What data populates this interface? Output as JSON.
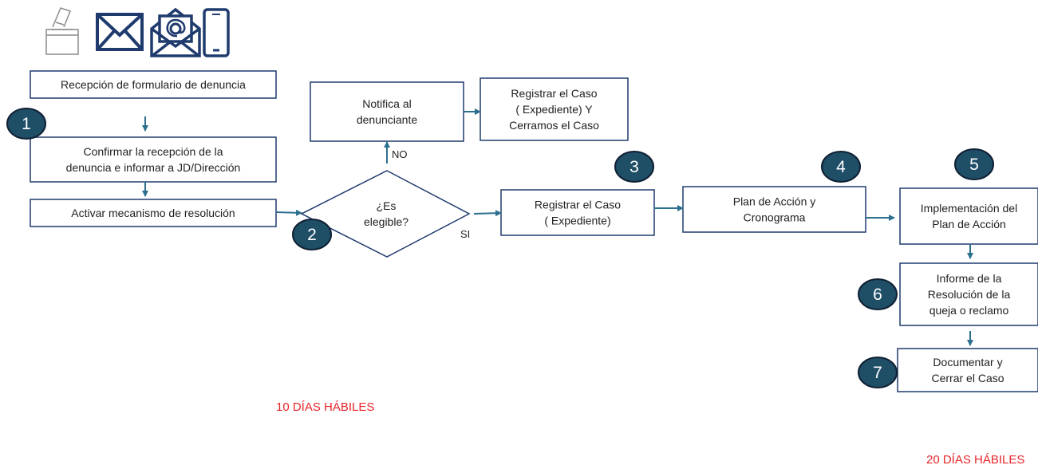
{
  "colors": {
    "box_stroke": "#1f3b6e",
    "arrow": "#2d6f8e",
    "badge_fill": "#1f4e67",
    "deadline": "#e8262a",
    "icon_dark": "#1f3b6e",
    "icon_grey": "#8c8c8c"
  },
  "channels": [
    "ballot-box-icon",
    "envelope-icon",
    "email-icon",
    "smartphone-icon"
  ],
  "nodes": {
    "reception": {
      "lines": [
        "Recepción de formulario de denuncia"
      ]
    },
    "confirm": {
      "lines": [
        "Confirmar la recepción de la",
        "denuncia e informar a JD/Dirección"
      ]
    },
    "activate": {
      "lines": [
        "Activar mecanismo de resolución"
      ]
    },
    "eligible": {
      "lines": [
        "¿Es",
        "elegible?"
      ]
    },
    "notify": {
      "lines": [
        "Notifica al",
        "denunciante"
      ]
    },
    "register_close": {
      "lines": [
        "Registrar el Caso",
        "( Expediente) Y",
        "Cerramos el Caso"
      ]
    },
    "register": {
      "lines": [
        "Registrar el Caso",
        "( Expediente)"
      ]
    },
    "plan": {
      "lines": [
        "Plan de Acción y",
        "Cronograma"
      ]
    },
    "implement": {
      "lines": [
        "Implementación del",
        "Plan de Acción"
      ]
    },
    "report": {
      "lines": [
        "Informe de la",
        "Resolución de la",
        "queja o reclamo"
      ]
    },
    "document": {
      "lines": [
        "Documentar y",
        "Cerrar el Caso"
      ]
    }
  },
  "badges": [
    "1",
    "2",
    "3",
    "4",
    "5",
    "6",
    "7"
  ],
  "edge_labels": {
    "no": "NO",
    "si": "SI"
  },
  "deadlines": {
    "phase1": "10 DÍAS HÁBILES",
    "phase2": "20 DÍAS HÁBILES"
  }
}
